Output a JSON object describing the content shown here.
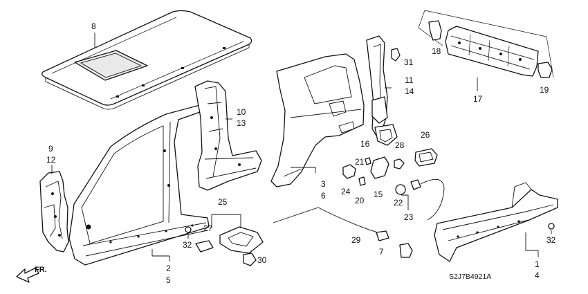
{
  "diagram_code": "S2J7B4921A",
  "direction_label": "FR.",
  "callouts": {
    "c1": "1",
    "c2": "2",
    "c3": "3",
    "c4": "4",
    "c5": "5",
    "c6": "6",
    "c7": "7",
    "c8": "8",
    "c9": "9",
    "c10": "10",
    "c11": "11",
    "c12": "12",
    "c13": "13",
    "c14": "14",
    "c15": "15",
    "c16": "16",
    "c17": "17",
    "c18": "18",
    "c19": "19",
    "c20": "20",
    "c21": "21",
    "c22": "22",
    "c23": "23",
    "c24": "24",
    "c25": "25",
    "c26": "26",
    "c27": "27",
    "c28": "28",
    "c29": "29",
    "c30": "30",
    "c31": "31",
    "c32a": "32",
    "c32b": "32"
  },
  "parts": [
    {
      "callout": "8",
      "icon": "roof-panel-icon"
    },
    {
      "callout": "9/12",
      "icon": "front-inner-panel-icon"
    },
    {
      "callout": "2/5",
      "icon": "front-outer-side-panel-icon"
    },
    {
      "callout": "10/13",
      "icon": "center-pillar-icon"
    },
    {
      "callout": "3/6",
      "icon": "rear-quarter-panel-icon"
    },
    {
      "callout": "11/14",
      "icon": "rear-pillar-icon"
    },
    {
      "callout": "17",
      "icon": "rear-panel-icon"
    },
    {
      "callout": "1/4",
      "icon": "side-sill-icon"
    },
    {
      "callout": "25",
      "icon": "fuel-lid-opener-icon"
    }
  ]
}
